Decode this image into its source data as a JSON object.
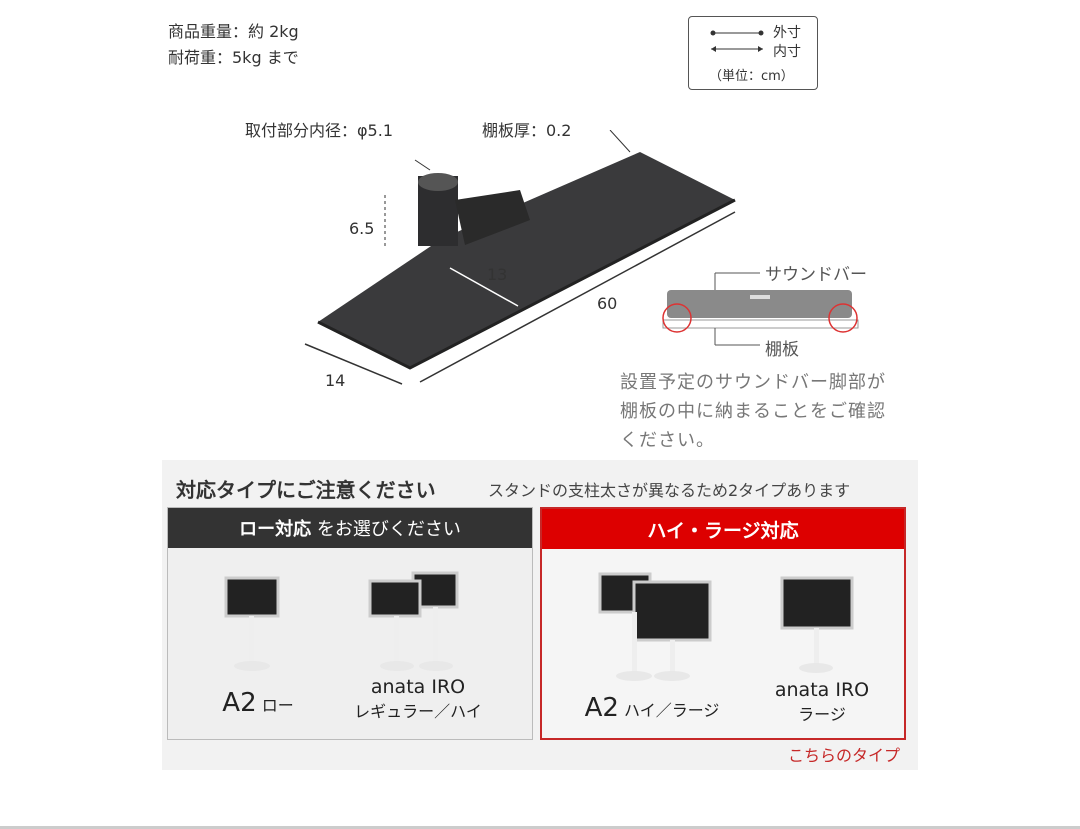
{
  "specs": {
    "weight": "商品重量：約 2kg",
    "load": "耐荷重：5kg まで"
  },
  "legend": {
    "outer": "外寸",
    "inner": "内寸",
    "unit": "（単位：cm）"
  },
  "dimensions": {
    "mount_diameter": "取付部分内径：φ5.1",
    "shelf_thickness": "棚板厚：0.2",
    "height": "6.5",
    "depth_inner": "13",
    "width": "60",
    "depth_outer": "14"
  },
  "soundbar_diagram": {
    "soundbar": "サウンドバー",
    "shelf": "棚板"
  },
  "note": [
    "設置予定のサウンドバー脚部が",
    "棚板の中に納まることをご確認",
    "ください。"
  ],
  "compat": {
    "title": "対応タイプにご注意ください",
    "subtitle": "スタンドの支柱太さが異なるため2タイプあります",
    "low": {
      "header_bold": "ロー対応",
      "header_rest": "をお選びください",
      "items": [
        {
          "model": "A2",
          "variant": "ロー"
        },
        {
          "model": "anata IRO",
          "variant": "レギュラー／ハイ"
        }
      ]
    },
    "high": {
      "header": "ハイ・ラージ対応",
      "items": [
        {
          "model": "A2",
          "variant": "ハイ／ラージ"
        },
        {
          "model": "anata IRO",
          "variant": "ラージ"
        }
      ]
    },
    "this_type": "こちらのタイプ",
    "accent": "#d00000"
  }
}
